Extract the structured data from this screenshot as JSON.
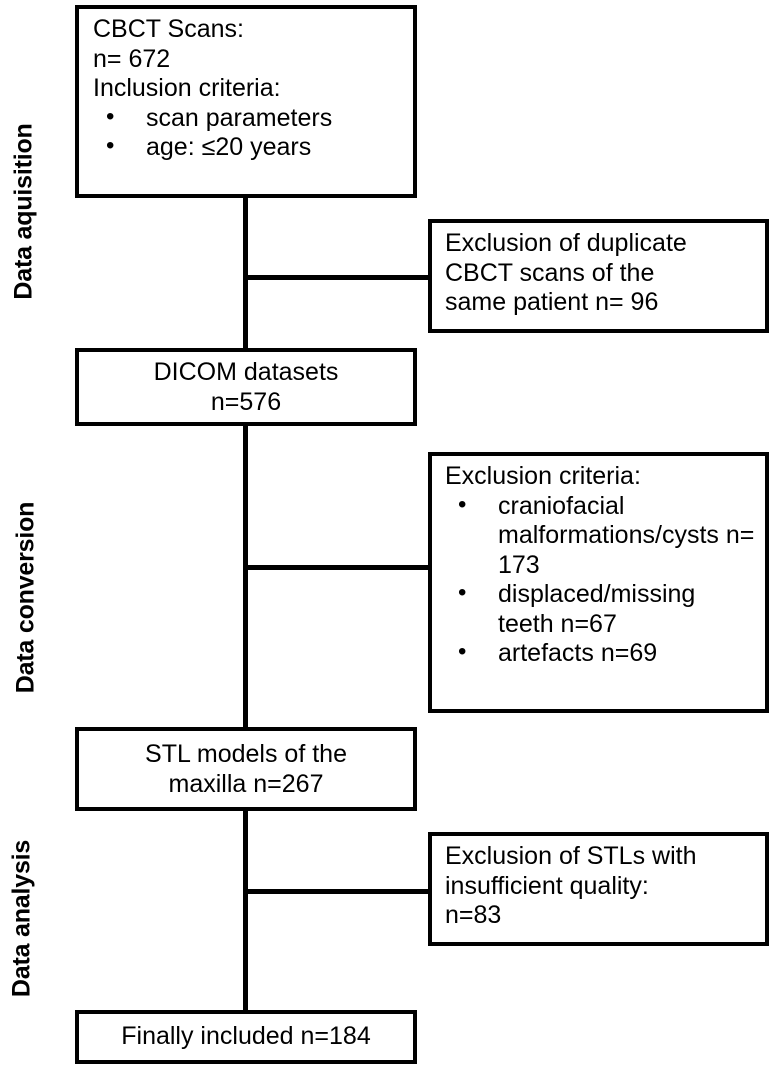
{
  "figure": {
    "type": "flowchart",
    "orientation": "vertical",
    "line_color": "#000000",
    "background": "#ffffff"
  },
  "stages": [
    {
      "id": "acquisition",
      "label": "Data aquisition"
    },
    {
      "id": "conversion",
      "label": "Data conversion"
    },
    {
      "id": "analysis",
      "label": "Data analysis"
    }
  ],
  "main_nodes": [
    {
      "id": "cbct-scans",
      "title": "CBCT Scans:",
      "count_line": "n= 672",
      "criteria_header": "Inclusion criteria:",
      "bullets": [
        "scan parameters",
        "age: ≤20 years"
      ]
    },
    {
      "id": "dicom-datasets",
      "line1": "DICOM datasets",
      "line2": "n=576"
    },
    {
      "id": "stl-models",
      "line1": "STL models of the",
      "line2": "maxilla n=267"
    },
    {
      "id": "finally-included",
      "line1": "Finally included n=184"
    }
  ],
  "exclusion_nodes": [
    {
      "id": "exclusion-duplicates",
      "line1": "Exclusion of duplicate",
      "line2": "CBCT scans of the",
      "line3": "same patient n= 96"
    },
    {
      "id": "exclusion-criteria",
      "header": "Exclusion criteria:",
      "bullets": [
        "craniofacial malformations/cysts n= 173",
        "displaced/missing teeth n=67",
        "artefacts n=69"
      ]
    },
    {
      "id": "exclusion-quality",
      "line1": "Exclusion of STLs with",
      "line2": "insufficient quality:",
      "line3": "n=83"
    }
  ],
  "counts": {
    "initial_scans": 672,
    "excluded_duplicates": 96,
    "dicom_datasets": 576,
    "excluded_craniofacial": 173,
    "excluded_teeth": 67,
    "excluded_artefacts": 69,
    "stl_models": 267,
    "excluded_quality": 83,
    "finally_included": 184
  }
}
